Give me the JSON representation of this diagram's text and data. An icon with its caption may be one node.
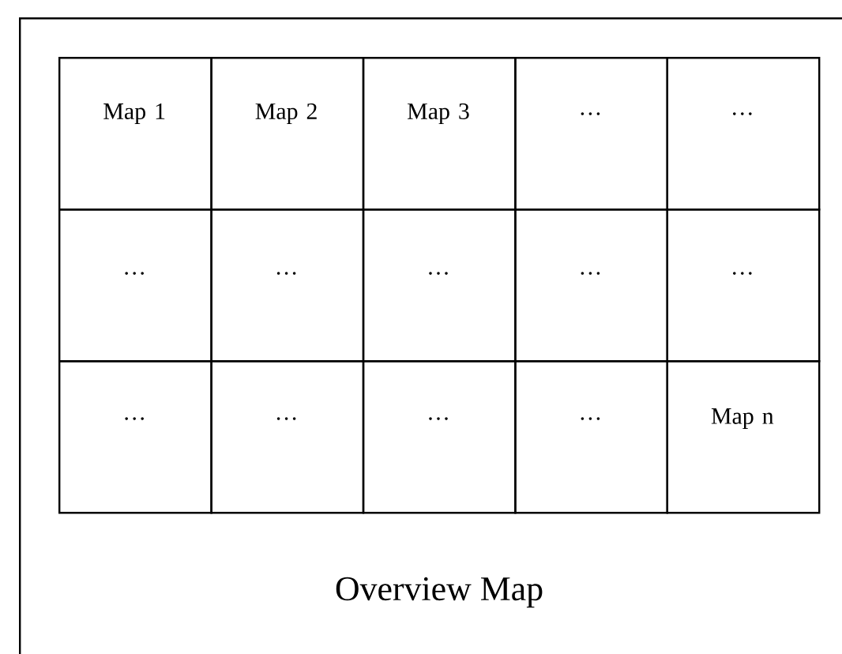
{
  "diagram": {
    "nodes": [
      {
        "text": [
          "Overview Map"
        ]
      },
      {
        "text": [
          "Map 1"
        ],
        "in": 0
      },
      {
        "text": [
          "Map 2"
        ],
        "in": 0
      },
      {
        "text": [
          "Map 3"
        ],
        "in": 0
      },
      {
        "text": [
          "…"
        ],
        "in": 0
      },
      {
        "text": [
          "…"
        ],
        "in": 0
      },
      {
        "text": [
          "…"
        ],
        "in": 0
      },
      {
        "text": [
          "…"
        ],
        "in": 0
      },
      {
        "text": [
          "…"
        ],
        "in": 0
      },
      {
        "text": [
          "…"
        ],
        "in": 0
      },
      {
        "text": [
          "…"
        ],
        "in": 0
      },
      {
        "text": [
          "…"
        ],
        "in": 0
      },
      {
        "text": [
          "…"
        ],
        "in": 0
      },
      {
        "text": [
          "…"
        ],
        "in": 0
      },
      {
        "text": [
          "…"
        ],
        "in": 0
      },
      {
        "text": [
          "Map n"
        ],
        "in": 0
      }
    ]
  }
}
